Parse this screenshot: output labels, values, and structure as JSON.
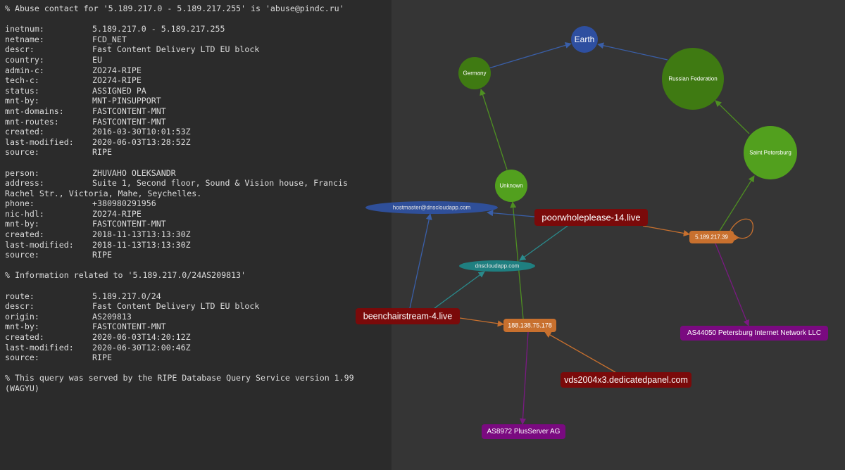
{
  "whois": {
    "lines": [
      {
        "type": "comment",
        "text": "% Abuse contact for '5.189.217.0 - 5.189.217.255' is 'abuse@pindc.ru'"
      },
      {
        "type": "blank"
      },
      {
        "type": "kv",
        "key": "inetnum:",
        "value": "5.189.217.0 - 5.189.217.255"
      },
      {
        "type": "kv",
        "key": "netname:",
        "value": "FCD_NET"
      },
      {
        "type": "kv",
        "key": "descr:",
        "value": "Fast Content Delivery LTD EU block"
      },
      {
        "type": "kv",
        "key": "country:",
        "value": "EU"
      },
      {
        "type": "kv",
        "key": "admin-c:",
        "value": "ZO274-RIPE"
      },
      {
        "type": "kv",
        "key": "tech-c:",
        "value": "ZO274-RIPE"
      },
      {
        "type": "kv",
        "key": "status:",
        "value": "ASSIGNED PA"
      },
      {
        "type": "kv",
        "key": "mnt-by:",
        "value": "MNT-PINSUPPORT"
      },
      {
        "type": "kv",
        "key": "mnt-domains:",
        "value": "FASTCONTENT-MNT"
      },
      {
        "type": "kv",
        "key": "mnt-routes:",
        "value": "FASTCONTENT-MNT"
      },
      {
        "type": "kv",
        "key": "created:",
        "value": "2016-03-30T10:01:53Z"
      },
      {
        "type": "kv",
        "key": "last-modified:",
        "value": "2020-06-03T13:28:52Z"
      },
      {
        "type": "kv",
        "key": "source:",
        "value": "RIPE"
      },
      {
        "type": "blank"
      },
      {
        "type": "kv",
        "key": "person:",
        "value": "ZHUVAHO OLEKSANDR"
      },
      {
        "type": "kv",
        "key": "address:",
        "value": "Suite 1, Second floor, Sound & Vision house, Francis"
      },
      {
        "type": "text",
        "text": "Rachel Str., Victoria, Mahe, Seychelles."
      },
      {
        "type": "kv",
        "key": "phone:",
        "value": "+380980291956"
      },
      {
        "type": "kv",
        "key": "nic-hdl:",
        "value": "ZO274-RIPE"
      },
      {
        "type": "kv",
        "key": "mnt-by:",
        "value": "FASTCONTENT-MNT"
      },
      {
        "type": "kv",
        "key": "created:",
        "value": "2018-11-13T13:13:30Z"
      },
      {
        "type": "kv",
        "key": "last-modified:",
        "value": "2018-11-13T13:13:30Z"
      },
      {
        "type": "kv",
        "key": "source:",
        "value": "RIPE"
      },
      {
        "type": "blank"
      },
      {
        "type": "comment",
        "text": "% Information related to '5.189.217.0/24AS209813'"
      },
      {
        "type": "blank"
      },
      {
        "type": "kv",
        "key": "route:",
        "value": "5.189.217.0/24"
      },
      {
        "type": "kv",
        "key": "descr:",
        "value": "Fast Content Delivery LTD EU block"
      },
      {
        "type": "kv",
        "key": "origin:",
        "value": "AS209813"
      },
      {
        "type": "kv",
        "key": "mnt-by:",
        "value": "FASTCONTENT-MNT"
      },
      {
        "type": "kv",
        "key": "created:",
        "value": "2020-06-03T14:20:12Z"
      },
      {
        "type": "kv",
        "key": "last-modified:",
        "value": "2020-06-30T12:00:46Z"
      },
      {
        "type": "kv",
        "key": "source:",
        "value": "RIPE"
      },
      {
        "type": "blank"
      },
      {
        "type": "comment",
        "wrap": true,
        "text": "% This query was served by the RIPE Database Query Service version 1.99 (WAGYU)"
      }
    ]
  },
  "graph": {
    "colors": {
      "background": "#353535",
      "country": "#3f7a12",
      "city": "#52a01e",
      "earth": "#2e4fa0",
      "domain": "#7a0a0a",
      "ip": "#c8702e",
      "asn": "#7a0a80",
      "dns": "#2f4f99",
      "dns_alt": "#1f7f80"
    },
    "nodes": [
      {
        "id": "earth",
        "label": "Earth",
        "type": "earth"
      },
      {
        "id": "germany",
        "label": "Germany",
        "type": "country"
      },
      {
        "id": "russia",
        "label": "Russian Federation",
        "type": "country"
      },
      {
        "id": "spb",
        "label": "Saint Petersburg",
        "type": "city"
      },
      {
        "id": "unknown",
        "label": "Unknown",
        "type": "city"
      },
      {
        "id": "hostmaster",
        "label": "hostmaster@dnscloudapp.com",
        "type": "dns"
      },
      {
        "id": "dnscloud",
        "label": "dnscloudapp.com",
        "type": "dns_alt"
      },
      {
        "id": "poorwhole",
        "label": "poorwholeplease-14.live",
        "type": "domain"
      },
      {
        "id": "ip1",
        "label": "5.189.217.39",
        "type": "ip"
      },
      {
        "id": "beenchair",
        "label": "beenchairstream-4.live",
        "type": "domain"
      },
      {
        "id": "ip2",
        "label": "188.138.75.178",
        "type": "ip"
      },
      {
        "id": "as44050",
        "label": "AS44050 Petersburg Internet Network LLC",
        "type": "asn"
      },
      {
        "id": "vds",
        "label": "vds2004x3.dedicatedpanel.com",
        "type": "domain"
      },
      {
        "id": "as8972",
        "label": "AS8972 PlusServer AG",
        "type": "asn"
      }
    ],
    "edges": [
      {
        "from": "germany",
        "to": "earth"
      },
      {
        "from": "russia",
        "to": "earth"
      },
      {
        "from": "unknown",
        "to": "germany"
      },
      {
        "from": "spb",
        "to": "russia"
      },
      {
        "from": "ip1",
        "to": "spb"
      },
      {
        "from": "ip2",
        "to": "unknown"
      },
      {
        "from": "poorwhole",
        "to": "ip1"
      },
      {
        "from": "poorwhole",
        "to": "hostmaster"
      },
      {
        "from": "poorwhole",
        "to": "dnscloud"
      },
      {
        "from": "beenchair",
        "to": "hostmaster"
      },
      {
        "from": "beenchair",
        "to": "dnscloud"
      },
      {
        "from": "beenchair",
        "to": "ip2"
      },
      {
        "from": "vds",
        "to": "ip2"
      },
      {
        "from": "ip2",
        "to": "as8972"
      },
      {
        "from": "ip1",
        "to": "as44050"
      },
      {
        "from": "ip1",
        "to": "ip1",
        "self": true
      }
    ]
  }
}
